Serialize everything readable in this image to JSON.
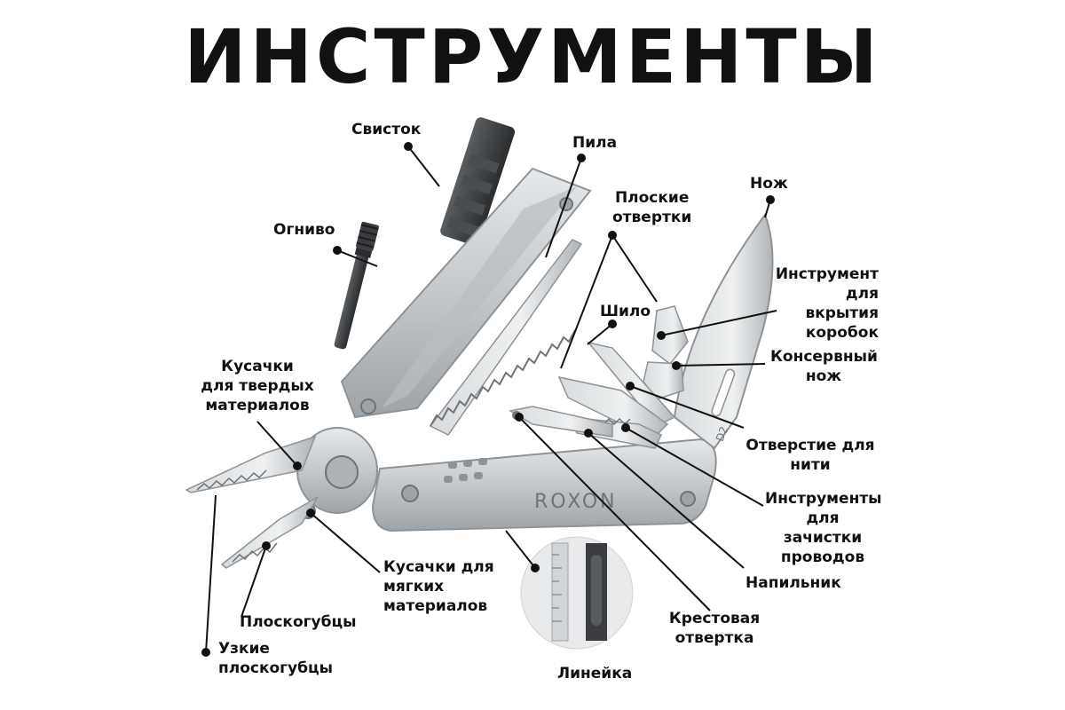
{
  "title": "ИНСТРУМЕНТЫ",
  "brand": "ROXON",
  "steel_mark": "D2",
  "labels": {
    "whistle": "Свисток",
    "saw": "Пила",
    "flat_screwdrivers": "Плоские\nотвертки",
    "knife": "Нож",
    "flint": "Огниво",
    "box_opener": "Инструмент\nдля вкрытия\nкоробок",
    "awl": "Шило",
    "can_opener": "Консервный\nнож",
    "hard_cutters": "Кусачки\nдля твердых\nматериалов",
    "thread_hole": "Отверстие для\nнити",
    "wire_strippers": "Инструменты\nдля зачистки\nпроводов",
    "file": "Напильник",
    "soft_cutters": "Кусачки для\nмягких\nматериалов",
    "phillips": "Крестовая\nотвертка",
    "pliers": "Плоскогубцы",
    "narrow_pliers": "Узкие\nплоскогубцы",
    "ruler": "Линейка"
  },
  "colors": {
    "steel": "#c9ccce",
    "steel_dark": "#8e9397",
    "rod": "#3a3c3f",
    "leader": "#111111"
  }
}
